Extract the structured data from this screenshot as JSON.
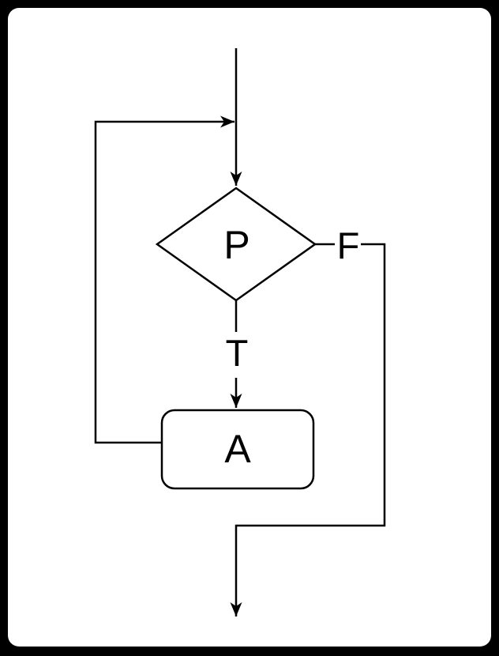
{
  "flowchart": {
    "description": "while-loop flow diagram",
    "decision_label": "P",
    "process_label": "A",
    "true_edge_label": "T",
    "false_edge_label": "F"
  },
  "colors": {
    "frame": "#000000",
    "canvas_background": "#ffffff",
    "stroke": "#000000",
    "text": "#000000"
  }
}
